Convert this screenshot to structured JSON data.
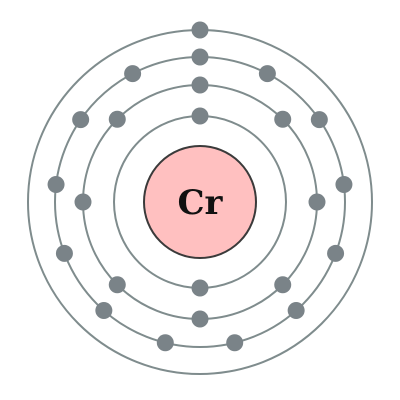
{
  "element": {
    "symbol": "Cr",
    "nucleus_color": "#ffc0c0",
    "nucleus_stroke": "#3a3a3a",
    "text_color": "#111111"
  },
  "shells": {
    "electron_counts": [
      2,
      8,
      13,
      1
    ],
    "shell_color": "#7f8c8d",
    "electron_color": "#7a8388"
  }
}
